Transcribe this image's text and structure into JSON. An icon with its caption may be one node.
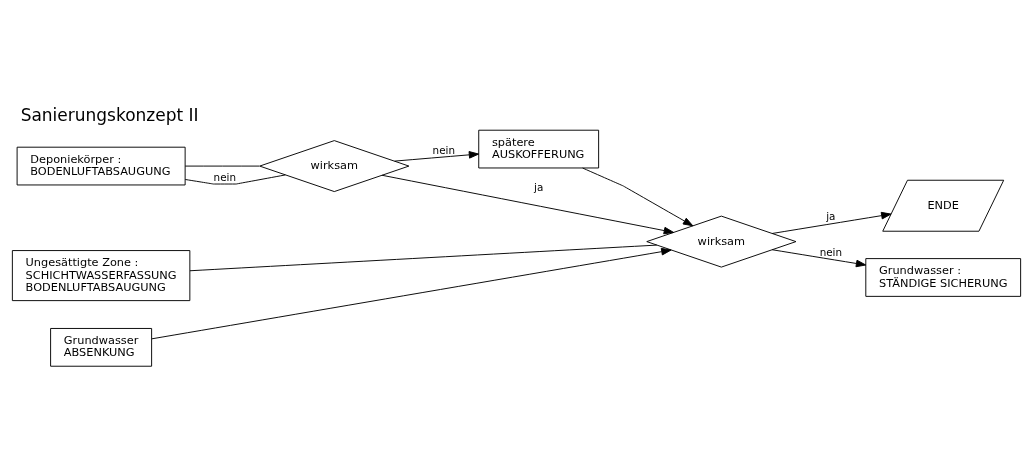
{
  "diagram": {
    "title": "Sanierungskonzept II",
    "nodes": [
      {
        "text": [
          "Deponiekörper :",
          "BODENLUFTABSAUGUNG"
        ]
      },
      {
        "text": [
          "wirksam"
        ]
      },
      {
        "text": [
          "spätere",
          "AUSKOFFERUNG"
        ]
      },
      {
        "text": [
          "Ungesättigte Zone :",
          "SCHICHTWASSERFASSUNG",
          "BODENLUFTABSAUGUNG"
        ]
      },
      {
        "text": [
          "Grundwasser",
          "ABSENKUNG"
        ]
      },
      {
        "text": [
          "wirksam"
        ]
      },
      {
        "text": [
          "ENDE"
        ]
      },
      {
        "text": [
          "Grundwasser :",
          "STÄNDIGE SICHERUNG"
        ]
      }
    ],
    "edges": [
      {
        "from": 0,
        "to": 1,
        "arrow": "none"
      },
      {
        "from": 1,
        "to": 0,
        "arrow": "none",
        "label": "nein"
      },
      {
        "from": 1,
        "to": 2,
        "arrow": "to",
        "label": "nein"
      },
      {
        "from": 1,
        "to": 5,
        "arrow": "to",
        "label": "ja"
      },
      {
        "from": 3,
        "to": 5,
        "arrow": "none"
      },
      {
        "from": 4,
        "to": 5,
        "arrow": "to"
      },
      {
        "from": 2,
        "to": 5,
        "arrow": "to"
      },
      {
        "from": 5,
        "to": 6,
        "arrow": "to",
        "label": "ja"
      },
      {
        "from": 5,
        "to": 7,
        "arrow": "to",
        "label": "nein"
      }
    ]
  }
}
